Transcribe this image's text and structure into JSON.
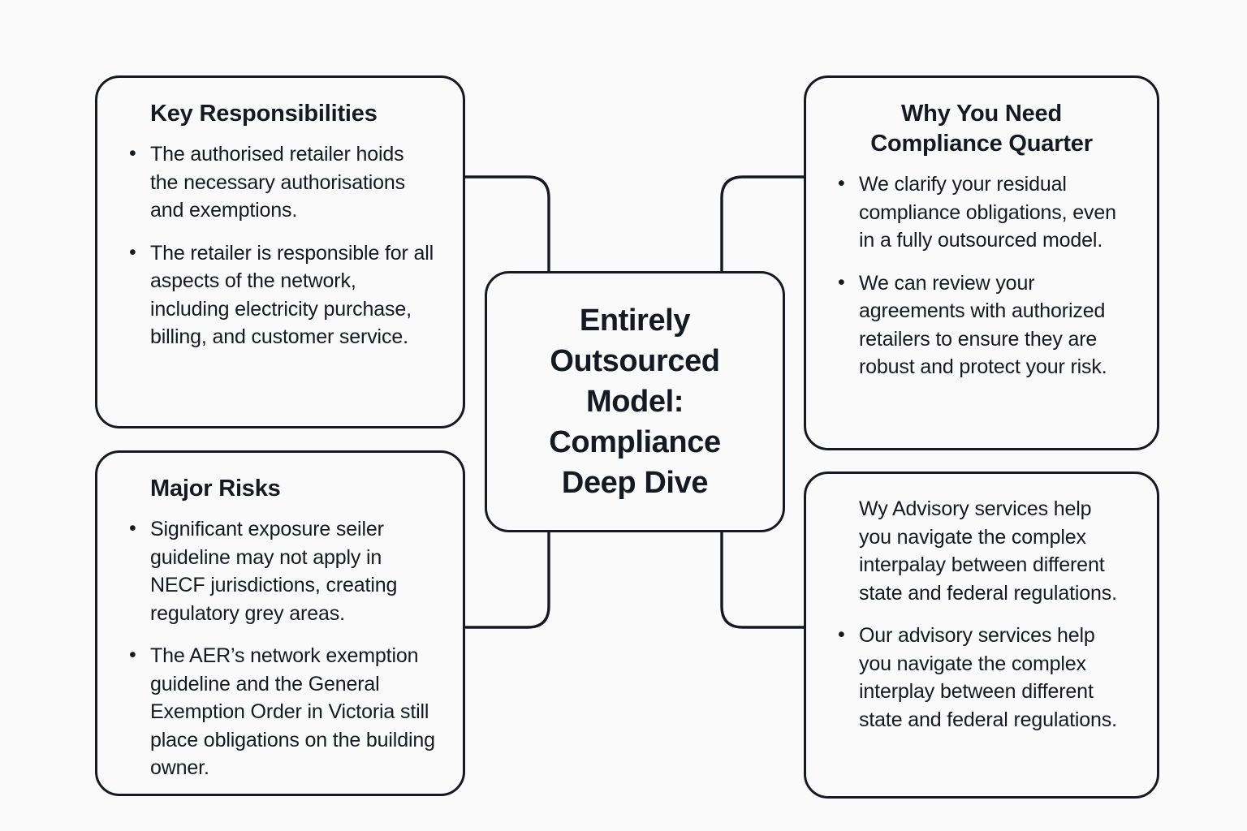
{
  "diagram": {
    "background_color": "#fafafa",
    "line_color": "#131a24",
    "text_color": "#131a24",
    "center_node": {
      "text": "Entirely\nOutsourced\nModel:\nCompliance\nDeep Dive"
    },
    "cards": {
      "key_responsibilities": {
        "title": "Key Responsibilities",
        "items": [
          {
            "bullet": true,
            "text": "The authorised retailer hoids the necessary authorisations and exemptions."
          },
          {
            "bullet": true,
            "text": "The retailer is responsible for all aspects of the network, including electricity purchase, billing, and customer service."
          }
        ]
      },
      "major_risks": {
        "title": "Major Risks",
        "items": [
          {
            "bullet": true,
            "text": "Significant exposure seiler guideline may not apply in NECF jurisdictions, creating regulatory grey areas."
          },
          {
            "bullet": true,
            "text": "The AER’s network exemption guideline and the General Exemption Order in Victoria still place obligations on the building owner."
          }
        ]
      },
      "why_you_need": {
        "title": "Why You Need Compliance Quarter",
        "items": [
          {
            "bullet": true,
            "text": "We clarify your residual compliance obligations, even in a fully outsourced model."
          },
          {
            "bullet": true,
            "text": "We can review your agreements with authorized retailers to ensure they are robust and protect your risk."
          }
        ]
      },
      "advisory": {
        "title": "",
        "items": [
          {
            "bullet": false,
            "text": "Wy Advisory services help you navigate the complex interpalay between different state and federal regulations."
          },
          {
            "bullet": true,
            "text": "Our advisory services help you navigate the complex interplay between different state and federal regulations."
          }
        ]
      }
    }
  }
}
